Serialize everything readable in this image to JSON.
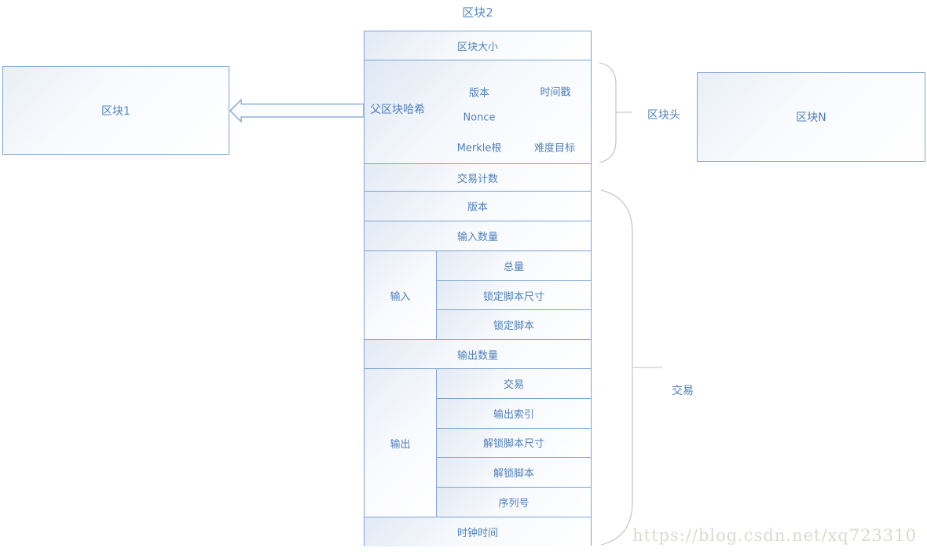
{
  "diagram": {
    "title": "区块2",
    "block1_label": "区块1",
    "blockN_label": "区块N",
    "column": {
      "block_size": "区块大小",
      "header": {
        "parent_hash": "父区块哈希",
        "version": "版本",
        "timestamp": "时间戳",
        "nonce": "Nonce",
        "merkle_root": "Merkle根",
        "difficulty_target": "难度目标"
      },
      "tx_count": "交易计数",
      "version": "版本",
      "input_count": "输入数量",
      "input_label": "输入",
      "input_rows": [
        "总量",
        "锁定脚本尺寸",
        "锁定脚本"
      ],
      "output_count": "输出数量",
      "output_label": "输出",
      "output_rows": [
        "交易",
        "输出索引",
        "解锁脚本尺寸",
        "解锁脚本",
        "序列号"
      ],
      "lock_time": "时钟时间"
    },
    "braces": {
      "header_label": "区块头",
      "transaction_label": "交易"
    },
    "watermark": "https://blog.csdn.net/xq723310",
    "colors": {
      "line": "#7ba4d4",
      "text": "#4f81bd",
      "brace": "#c9c9c9",
      "watermark": "#dbd9cf"
    }
  }
}
